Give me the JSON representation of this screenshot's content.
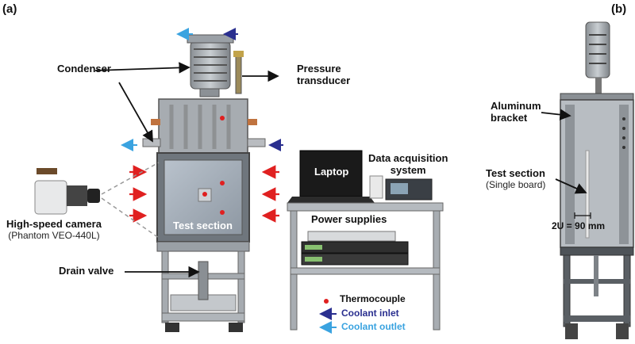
{
  "panels": {
    "a": "(a)",
    "b": "(b)"
  },
  "labels": {
    "condenser": "Condenser",
    "pressure_line1": "Pressure",
    "pressure_line2": "transducer",
    "laptop": "Laptop",
    "daq_line1": "Data acquisition",
    "daq_line2": "system",
    "camera_line1": "High-speed camera",
    "camera_line2": "(Phantom VEO-440L)",
    "test_section_a": "Test section",
    "drain_valve": "Drain valve",
    "power_supplies": "Power supplies",
    "aluminum_line1": "Aluminum",
    "aluminum_line2": "bracket",
    "test_section_b_line1": "Test section",
    "test_section_b_line2": "(Single board)",
    "dimension": "2U = 90 mm"
  },
  "legend": {
    "thermocouple": "Thermocouple",
    "coolant_inlet": "Coolant inlet",
    "coolant_outlet": "Coolant outlet"
  },
  "colors": {
    "thermocouple": "#e02020",
    "coolant_inlet": "#2a2f8f",
    "coolant_outlet": "#3aa3e0",
    "heater_arrow": "#e02020"
  }
}
